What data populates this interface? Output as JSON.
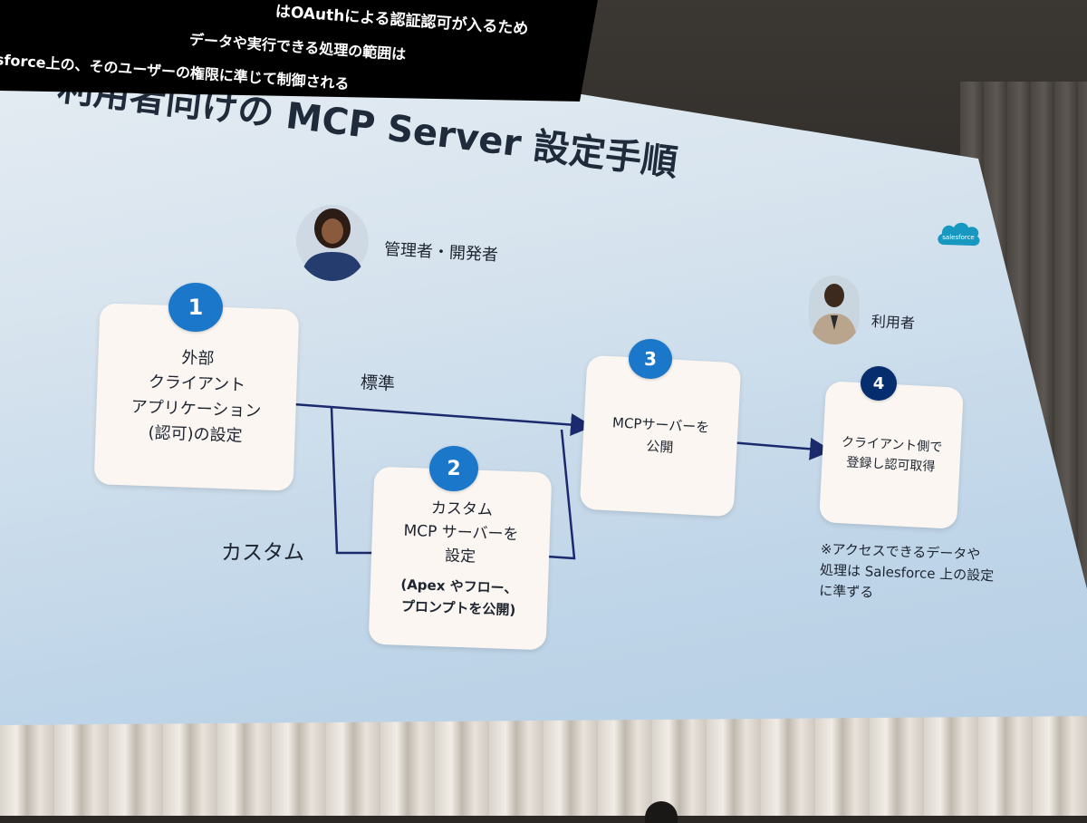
{
  "caption": {
    "line1": "はOAuthによる認証認可が入るため",
    "line2": "sforce上の、そのユーザーの権限に準じて制御される",
    "line3": "データや実行できる処理の範囲は"
  },
  "title": "利用者向けの MCP Server 設定手順",
  "logo_text": "salesforce",
  "roles": {
    "admin_dev": "管理者・開発者",
    "user": "利用者"
  },
  "steps": [
    {
      "number": "1",
      "text": "外部\nクライアント\nアプリケーション\n(認可)の設定"
    },
    {
      "number": "2",
      "text": "カスタム\nMCP サーバーを\n設定",
      "subtext": "(Apex やフロー、\nプロンプトを公開)"
    },
    {
      "number": "3",
      "text": "MCPサーバーを\n公開"
    },
    {
      "number": "4",
      "text": "クライアント側で\n登録し認可取得"
    }
  ],
  "edge_labels": {
    "standard": "標準",
    "custom": "カスタム"
  },
  "note": "※アクセスできるデータや\n処理は Salesforce 上の設定\nに準ずる",
  "colors": {
    "badge_blue": "#1b77c9",
    "badge_navy": "#062d6e",
    "arrow": "#1a2a6c",
    "salesforce_blue": "#1798c1"
  },
  "icons": {
    "admin_avatar": "person-icon",
    "user_avatar": "person-icon",
    "logo": "salesforce-cloud-icon"
  }
}
